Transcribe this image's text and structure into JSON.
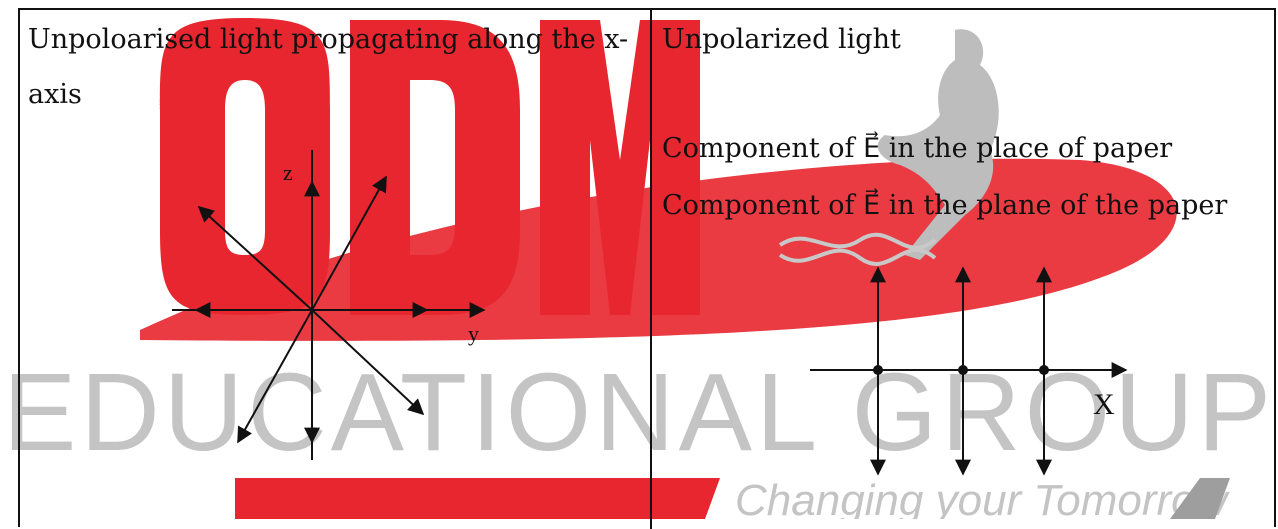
{
  "watermark": {
    "logo_text": "ODM",
    "group_text": "EDUCATIONAL GROUP",
    "tagline": "Changing your Tomorrow",
    "colors": {
      "brand_red": "#e8262f",
      "grey": "#bfbfbf"
    }
  },
  "left_cell": {
    "text_line1": "Unpoloarised light propagating along the x-",
    "text_line2": "axis",
    "diagram": {
      "label_z": "z",
      "label_y": "y"
    }
  },
  "right_cell": {
    "title": "Unpolarized light",
    "line1_prefix": "Component of ",
    "line1_symbol": "E⃗",
    "line1_suffix": " in the place of paper",
    "line2_prefix": "Component of ",
    "line2_symbol": "E⃗",
    "line2_suffix": " in the plane of the paper",
    "diagram": {
      "label_x": "X"
    }
  }
}
